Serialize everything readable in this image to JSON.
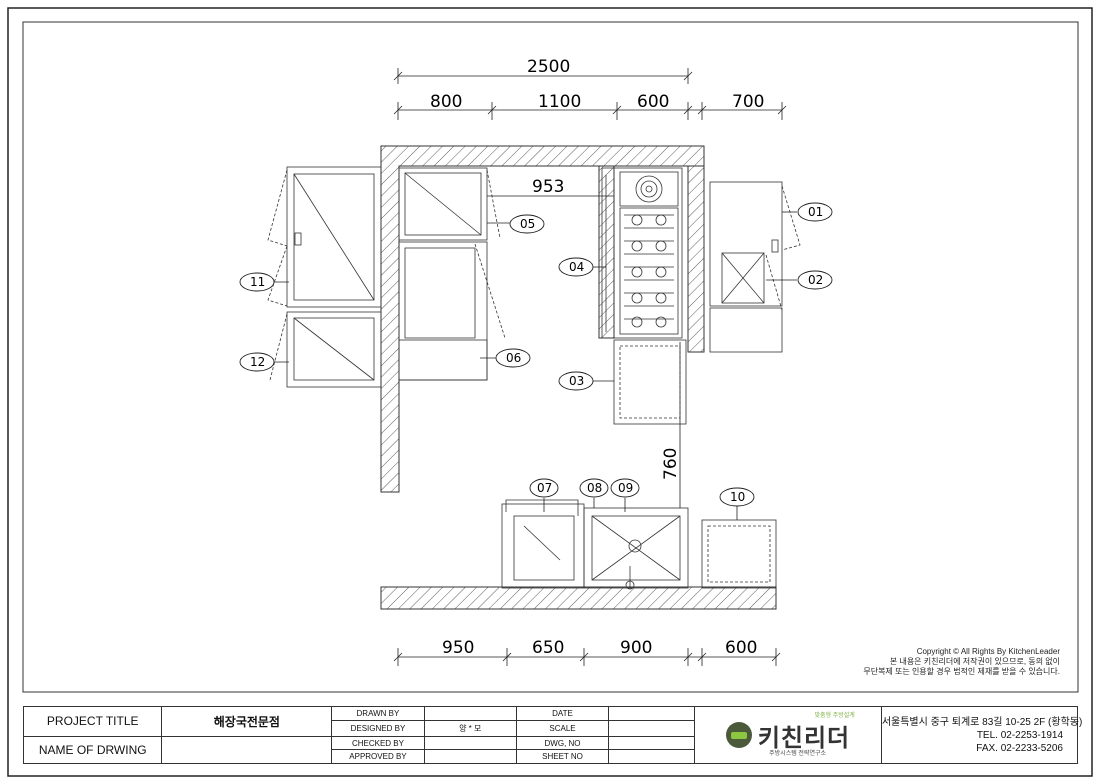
{
  "dimensions": {
    "top_total": "2500",
    "top_segments": [
      "800",
      "1100",
      "600",
      "700"
    ],
    "bottom_segments": [
      "950",
      "650",
      "900",
      "600"
    ],
    "inner_953": "953",
    "inner_760": "760"
  },
  "tags": [
    "01",
    "02",
    "03",
    "04",
    "05",
    "06",
    "07",
    "08",
    "09",
    "10",
    "11",
    "12"
  ],
  "copyright": {
    "line1": "Copyright © All Rights By KitchenLeader",
    "line2": "본 내용은 키친리더에 저작권이 있으므로, 동의 없이",
    "line3": "무단복제 또는 인용할 경우 법적인 제재를 받을 수 있습니다."
  },
  "title_block": {
    "project_title_label": "PROJECT TITLE",
    "project_title_value": "해장국전문점",
    "name_of_drawing_label": "NAME OF DRWING",
    "drawn_by": "DRAWN BY",
    "designed_by": "DESIGNED BY",
    "designed_by_value": "양 * 모",
    "checked_by": "CHECKED BY",
    "approved_by": "APPROVED BY",
    "date": "DATE",
    "scale": "SCALE",
    "dwg_no": "DWG, NO",
    "sheet_no": "SHEET NO",
    "logo_name": "키친리더",
    "logo_tagline": "맞춤형 주방설계",
    "logo_sub": "주방시스템 전략연구소",
    "address": "서울특별시 중구 퇴계로 83길 10-25 2F (황학동)",
    "tel": "TEL. 02-2253-1914",
    "fax": "FAX. 02-2233-5206"
  }
}
